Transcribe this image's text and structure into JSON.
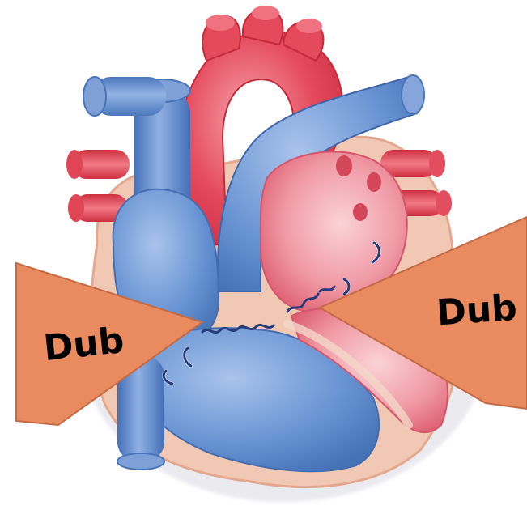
{
  "labels": {
    "left": "Dub",
    "right": "Dub"
  },
  "colors": {
    "artery": "#e4394a",
    "vein": "#5b88c9",
    "heart_outer": "#f2c9b4",
    "callout": "#e98a5f",
    "outline": "#263c7a"
  },
  "icons": {
    "valve_marks": "dashed-curve"
  }
}
